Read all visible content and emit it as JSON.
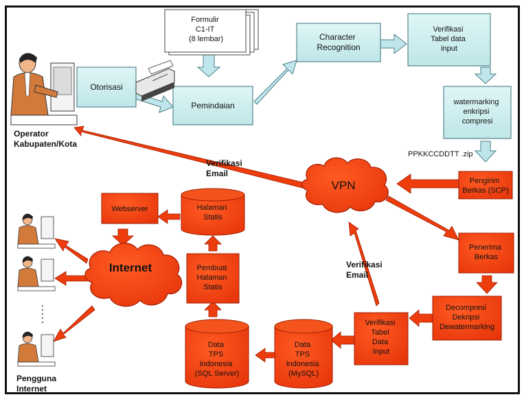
{
  "colors": {
    "cyan_box": "#cdeeee",
    "cyan_stroke": "#3a6f78",
    "red": "#f0400c",
    "red_stroke": "#a01c00",
    "arrow_cyan": "#bfe6ea",
    "arrow_red": "#ee3d0c"
  },
  "nodes": {
    "formulir": [
      "Formulir",
      "C1-IT",
      "(8 lembar)"
    ],
    "otorisasi": [
      "Otorisasi"
    ],
    "pemindaian": [
      "Pemindaian"
    ],
    "character_recognition": [
      "Character",
      "Recognition"
    ],
    "verifikasi_tabel_input": [
      "Verifikasi",
      "Tabel data",
      "input"
    ],
    "watermarking": [
      "watermarking",
      "enkripsi",
      "compresi"
    ],
    "pengirim_berkas": [
      "Pengirim",
      "Berkas (SCP)"
    ],
    "penerima_berkas": [
      "Penerima",
      "Berkas"
    ],
    "decompresi": [
      "Decompresi",
      "Dekripsi",
      "Dewatermarking"
    ],
    "verifikasi_tabel_data_input": [
      "Verifikasi",
      "Tabel",
      "Data",
      "Input"
    ],
    "data_mysql": [
      "Data",
      "TPS",
      "Indonesia",
      "(MySQL)"
    ],
    "data_sqlserver": [
      "Data",
      "TPS",
      "Indonesia",
      "(SQL Server)"
    ],
    "pembuat_halaman": [
      "Pembuat",
      "Halaman",
      "Statis"
    ],
    "halaman_statis": [
      "Halaman",
      "Statis"
    ],
    "webserver": [
      "Webserver"
    ],
    "vpn": [
      "VPN"
    ],
    "internet": [
      "Internet"
    ]
  },
  "labels": {
    "operator": [
      "Operator",
      "Kabupaten/Kota"
    ],
    "pengguna": [
      "Pengguna",
      "Internet"
    ],
    "zip_file": "PPKKCCDDTT .zip",
    "verifikasi_email_top": [
      "Verifikasi",
      "Email"
    ],
    "verifikasi_email_bottom": [
      "Verifikasi",
      "Email"
    ]
  },
  "icons": [
    "operator-person-icon",
    "scanner-icon",
    "user-person-icon"
  ]
}
